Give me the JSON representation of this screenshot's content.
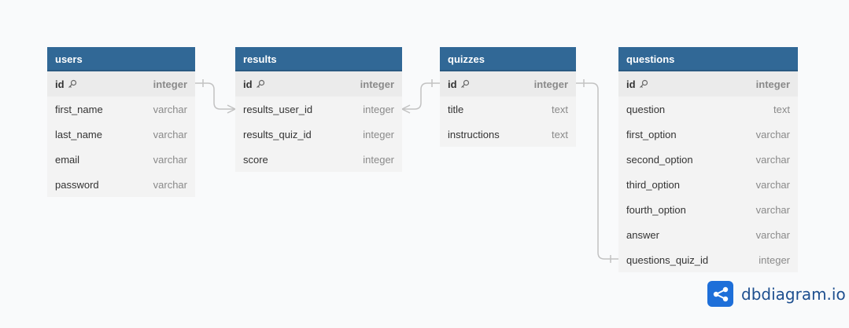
{
  "tables": {
    "users": {
      "name": "users",
      "fields": [
        {
          "name": "id",
          "type": "integer",
          "pk": true
        },
        {
          "name": "first_name",
          "type": "varchar"
        },
        {
          "name": "last_name",
          "type": "varchar"
        },
        {
          "name": "email",
          "type": "varchar"
        },
        {
          "name": "password",
          "type": "varchar"
        }
      ]
    },
    "results": {
      "name": "results",
      "fields": [
        {
          "name": "id",
          "type": "integer",
          "pk": true
        },
        {
          "name": "results_user_id",
          "type": "integer"
        },
        {
          "name": "results_quiz_id",
          "type": "integer"
        },
        {
          "name": "score",
          "type": "integer"
        }
      ]
    },
    "quizzes": {
      "name": "quizzes",
      "fields": [
        {
          "name": "id",
          "type": "integer",
          "pk": true
        },
        {
          "name": "title",
          "type": "text"
        },
        {
          "name": "instructions",
          "type": "text"
        }
      ]
    },
    "questions": {
      "name": "questions",
      "fields": [
        {
          "name": "id",
          "type": "integer",
          "pk": true
        },
        {
          "name": "question",
          "type": "text"
        },
        {
          "name": "first_option",
          "type": "varchar"
        },
        {
          "name": "second_option",
          "type": "varchar"
        },
        {
          "name": "third_option",
          "type": "varchar"
        },
        {
          "name": "fourth_option",
          "type": "varchar"
        },
        {
          "name": "answer",
          "type": "varchar"
        },
        {
          "name": "questions_quiz_id",
          "type": "integer"
        }
      ]
    }
  },
  "brand": {
    "name": "dbdiagram.io"
  },
  "colors": {
    "header": "#316896",
    "connector": "#c2c2c2",
    "brand": "#1e6fd9"
  },
  "icons": {
    "primary_key": "key-icon",
    "logo": "share-icon"
  }
}
